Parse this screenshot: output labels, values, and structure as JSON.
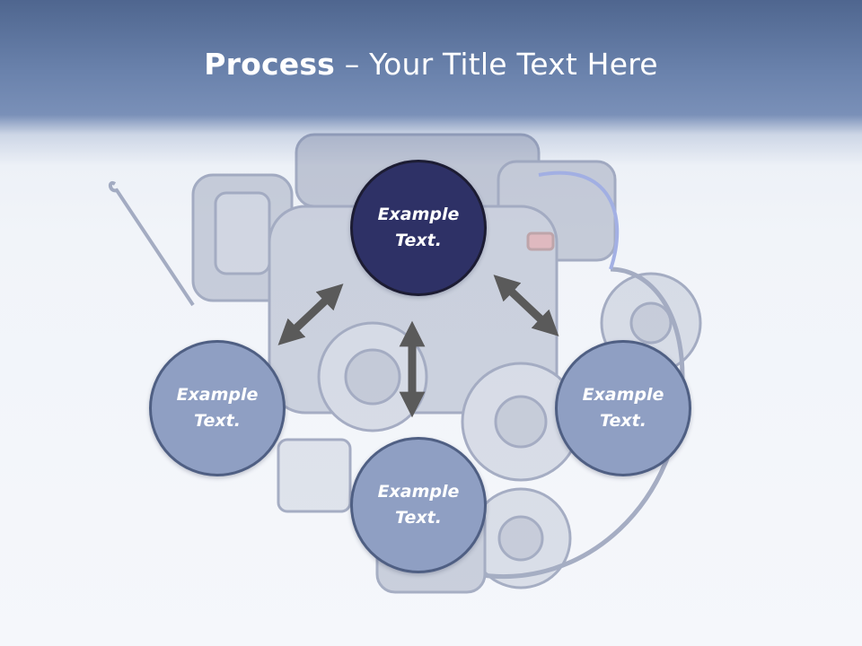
{
  "title": {
    "bold": "Process",
    "rest": " – Your Title Text Here"
  },
  "nodes": {
    "top": {
      "line1": "Example",
      "line2": "Text."
    },
    "left": {
      "line1": "Example",
      "line2": "Text."
    },
    "right": {
      "line1": "Example",
      "line2": "Text."
    },
    "bottom": {
      "line1": "Example",
      "line2": "Text."
    }
  },
  "colors": {
    "header": "#6a82ac",
    "node_dark": "#2e3166",
    "node_light": "#8f9fc3",
    "arrow": "#5a5a5a"
  },
  "icons": {
    "background": "engine-image",
    "connectors": "double-headed-arrow"
  }
}
